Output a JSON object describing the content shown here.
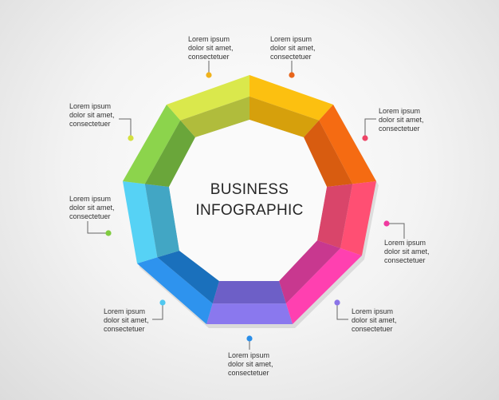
{
  "title": {
    "line1": "BUSINESS",
    "line2": "INFOGRAPHIC"
  },
  "segments": [
    {
      "name": "top-left",
      "outer": "#fcc010",
      "inner": "#d6a00c",
      "dot": "#f0b21c",
      "lines": [
        "Lorem ipsum",
        "dolor sit amet,",
        "consectetuer"
      ]
    },
    {
      "name": "top-right",
      "outer": "#f56b12",
      "inner": "#d85c10",
      "dot": "#e8651a",
      "lines": [
        "Lorem ipsum",
        "dolor sit amet,",
        "consectetuer"
      ]
    },
    {
      "name": "right-upper",
      "outer": "#ff4f73",
      "inner": "#d9456a",
      "dot": "#ee4466",
      "lines": [
        "Lorem ipsum",
        "dolor sit amet,",
        "consectetuer"
      ]
    },
    {
      "name": "right-lower",
      "outer": "#ff40b0",
      "inner": "#c8388f",
      "dot": "#f03aa0",
      "lines": [
        "Lorem ipsum",
        "dolor sit amet,",
        "consectetuer"
      ]
    },
    {
      "name": "bottom-right",
      "outer": "#8a78ee",
      "inner": "#6d5fc7",
      "dot": "#8a74e8",
      "lines": [
        "Lorem ipsum",
        "dolor sit amet,",
        "consectetuer"
      ]
    },
    {
      "name": "bottom",
      "outer": "#2e93ee",
      "inner": "#1a70bc",
      "dot": "#2a8ee8",
      "lines": [
        "Lorem ipsum",
        "dolor sit amet,",
        "consectetuer"
      ]
    },
    {
      "name": "bottom-left",
      "outer": "#56d2f5",
      "inner": "#42a6c4",
      "dot": "#50c8f0",
      "lines": [
        "Lorem ipsum",
        "dolor sit amet,",
        "consectetuer"
      ]
    },
    {
      "name": "left-lower",
      "outer": "#8cd44c",
      "inner": "#6aa63a",
      "dot": "#80cc40",
      "lines": [
        "Lorem ipsum",
        "dolor sit amet,",
        "consectetuer"
      ]
    },
    {
      "name": "left-upper",
      "outer": "#dae84c",
      "inner": "#b0bc3c",
      "dot": "#d4e040",
      "lines": [
        "Lorem ipsum",
        "dolor sit amet,",
        "consectetuer"
      ]
    }
  ]
}
